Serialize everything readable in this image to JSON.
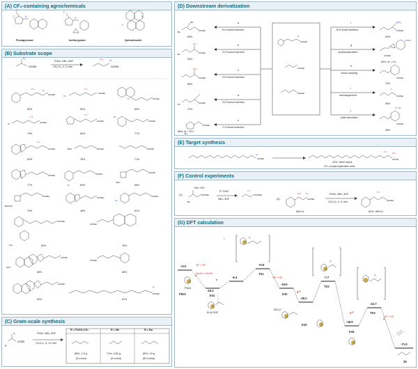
{
  "panels": {
    "a": {
      "title": "(A) CF₂-containing agrochemicals",
      "compounds": [
        "Fluxapyroxad",
        "Isoflucypram",
        "Quinofumelin"
      ]
    },
    "b": {
      "title": "(B) Substrate scope",
      "conditions_top": "PIDA, NEt₃·3HF",
      "conditions_bottom": "CH₂Cl₂, rt, 5 min",
      "yields": [
        "83%",
        "82%",
        "69%",
        "79%",
        "60%",
        "77%",
        "83%",
        "78%",
        "71%",
        "77%",
        "69%",
        "68%",
        "79%",
        "48%",
        "61%",
        "83%",
        "78%",
        "86%",
        "86%",
        "82%",
        "61%"
      ]
    },
    "c": {
      "title": "(C) Gram-scale synthesis",
      "conditions_top": "PIDA, NEt₃·3HF",
      "conditions_bottom": "CH₂Cl₂, rt, 10 min",
      "columns": [
        {
          "head": "R = PhCH₂CH₂",
          "line1": "88%, 1.5 g",
          "line2": "(5 mmol)"
        },
        {
          "head": "R = Me",
          "line1": "71%, 0.82 g",
          "line2": "(5 mmol)"
        },
        {
          "head": "R = Bu",
          "line1": "86%, 10 g",
          "line2": "(50 mmol)"
        }
      ]
    },
    "d": {
      "title": "(D) Downstream derivatization",
      "left": [
        {
          "letter": "a",
          "label": "N-H bond insertion",
          "yield": "69%"
        },
        {
          "letter": "b",
          "label": "O-H bond insertion",
          "yield": "54%"
        },
        {
          "letter": "c",
          "label": "O-H bond insertion",
          "yield": "58%"
        },
        {
          "letter": "d",
          "label": "O-H bond insertion",
          "yield": "70%"
        },
        {
          "letter": "e",
          "label": "C-H bond insertion",
          "yield": "58%, dr = 20:1"
        }
      ],
      "right": [
        {
          "letter": "f",
          "label": "B-H bond insertion",
          "yield": "90%"
        },
        {
          "letter": "g",
          "label": "cyclopropanation",
          "yield": "69%, dr = 9:1"
        },
        {
          "letter": "h",
          "label": "cross coupling",
          "yield": "79%"
        },
        {
          "letter": "i",
          "label": "rearrangement",
          "yield": "56%"
        },
        {
          "letter": "j",
          "label": "ylide formation",
          "yield": "45%"
        }
      ]
    },
    "e": {
      "title": "(E) Target synthesis",
      "note1": "24%, three steps",
      "note2": "CF₂-α-hydroxylinoleic acid"
    },
    "f": {
      "title": "(F) Control experiments",
      "label1": "(1)",
      "label2": "(2)",
      "reagent1_top": "R⁻ONO",
      "reagent1_bottom": "NEt₃·3HF",
      "salt": "NH₂ HCl",
      "deut_sm": "96% D",
      "cond2_top": "PIDA, NEt₃·3HF",
      "cond2_bottom": "CH₂Cl₂, rt, 5 min",
      "result2": "82%, 96% D"
    },
    "g": {
      "title": "(G) DFT calculation",
      "states": [
        "PIDA",
        "Int1",
        "TS1",
        "Int2",
        "Int3",
        "TS2",
        "Int4",
        "TS3",
        "2b"
      ],
      "energies": [
        "+0.0",
        "-15.3",
        "-9.4",
        "+0.6",
        "-15.6",
        "-26.2",
        "-7.7",
        "-36.9",
        "-22.7",
        "-71.9"
      ],
      "notes": [
        "AcOH + AcOH",
        "HF + HF",
        "HF",
        "HF + HF",
        "HF",
        "HF + HF"
      ],
      "reagents": [
        "PIDA",
        "Et₃N·3HF",
        "EtO₂C"
      ]
    }
  },
  "colors": {
    "accent": "#0f6a7d",
    "panel_header": "#e9f1f6",
    "border": "#9fb8c8",
    "nitrogen": "#2a5bd7",
    "hf": "#d2312a",
    "iodine": "#c9a84a"
  }
}
